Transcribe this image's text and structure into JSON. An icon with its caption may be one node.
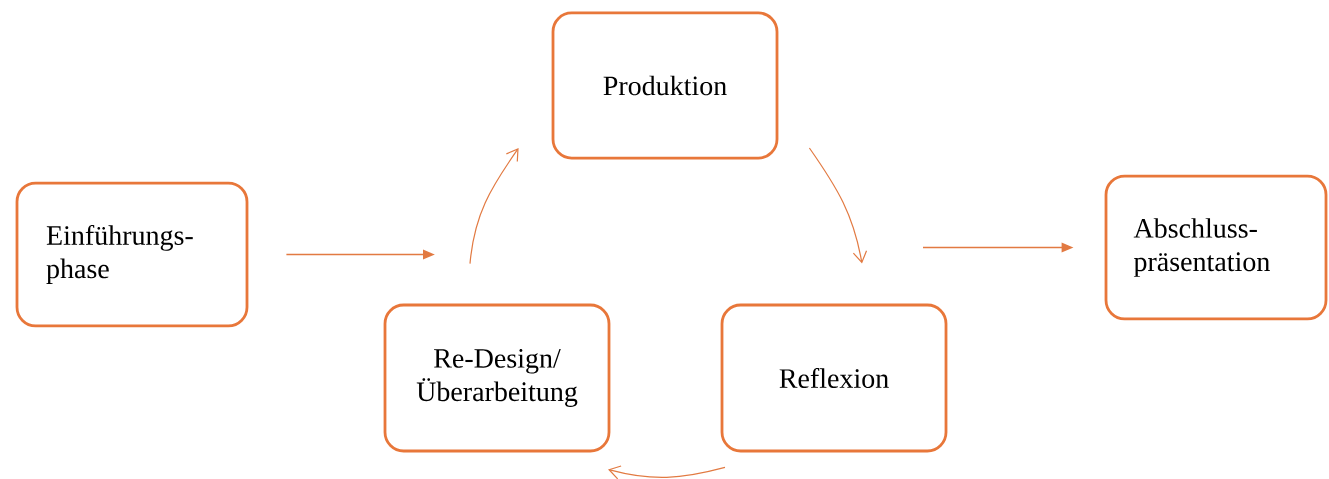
{
  "diagram": {
    "nodes": [
      {
        "text": [
          "Einführungs- phase"
        ]
      },
      {
        "text": [
          "Produktion"
        ]
      },
      {
        "text": [
          "Abschluss- präsentation"
        ]
      },
      {
        "text": [
          "Re-Design/ Überarbeitung"
        ]
      },
      {
        "text": [
          "Reflexion"
        ]
      }
    ],
    "edges": [
      {
        "from": 0,
        "to": null,
        "arrow": "to"
      },
      {
        "from": 3,
        "to": 1,
        "arrow": "to"
      },
      {
        "from": 1,
        "to": 4,
        "arrow": "to"
      },
      {
        "from": 4,
        "to": 3,
        "arrow": "to"
      },
      {
        "from": null,
        "to": 2,
        "arrow": "to"
      }
    ]
  }
}
